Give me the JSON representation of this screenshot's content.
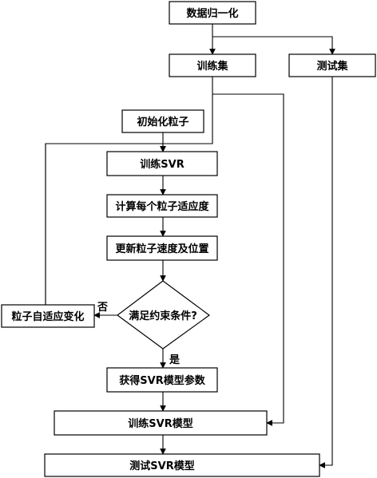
{
  "nodes": {
    "normalize": "数据归一化",
    "train_set": "训练集",
    "test_set": "测试集",
    "init_particles": "初始化粒子",
    "train_svr": "训练SVR",
    "fitness": "计算每个粒子适应度",
    "update": "更新粒子速度及位置",
    "check": "满足约束条件?",
    "adapt": "粒子自适应变化",
    "get_params": "获得SVR模型参数",
    "train_model": "训练SVR模型",
    "test_model": "测试SVR模型"
  },
  "edge_labels": {
    "no": "否",
    "yes": "是"
  }
}
